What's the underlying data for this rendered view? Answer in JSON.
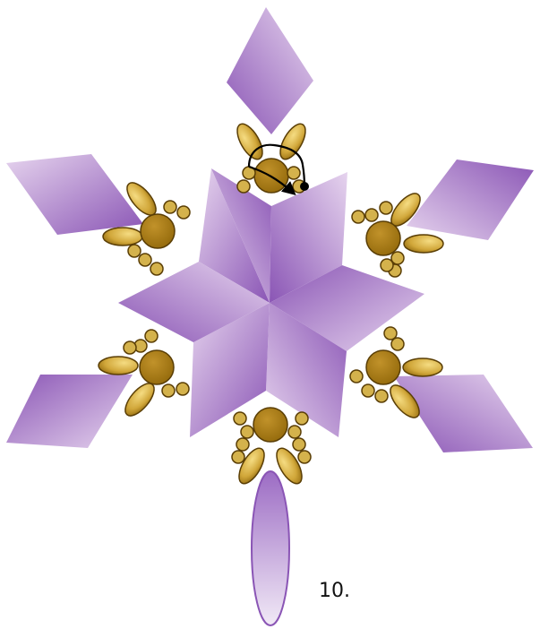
{
  "step": {
    "label": "10."
  },
  "colors": {
    "diamond_light": "#e6d4ee",
    "diamond_dark": "#8a55b5",
    "bead_gold": "#a87a12",
    "bead_gold_light": "#f2d67a",
    "bead_outline": "#5a3e05",
    "drop_light": "#f1e9f6",
    "drop_dark": "#9c6cc4",
    "thread": "#000000"
  },
  "icons": {
    "center_star": "six-diamond-star",
    "arm_diamond": "rhombus-bead",
    "bead_cluster": "round-and-rice-beads",
    "pendant": "teardrop-bead",
    "thread_path": "needle-thread-arrow"
  }
}
